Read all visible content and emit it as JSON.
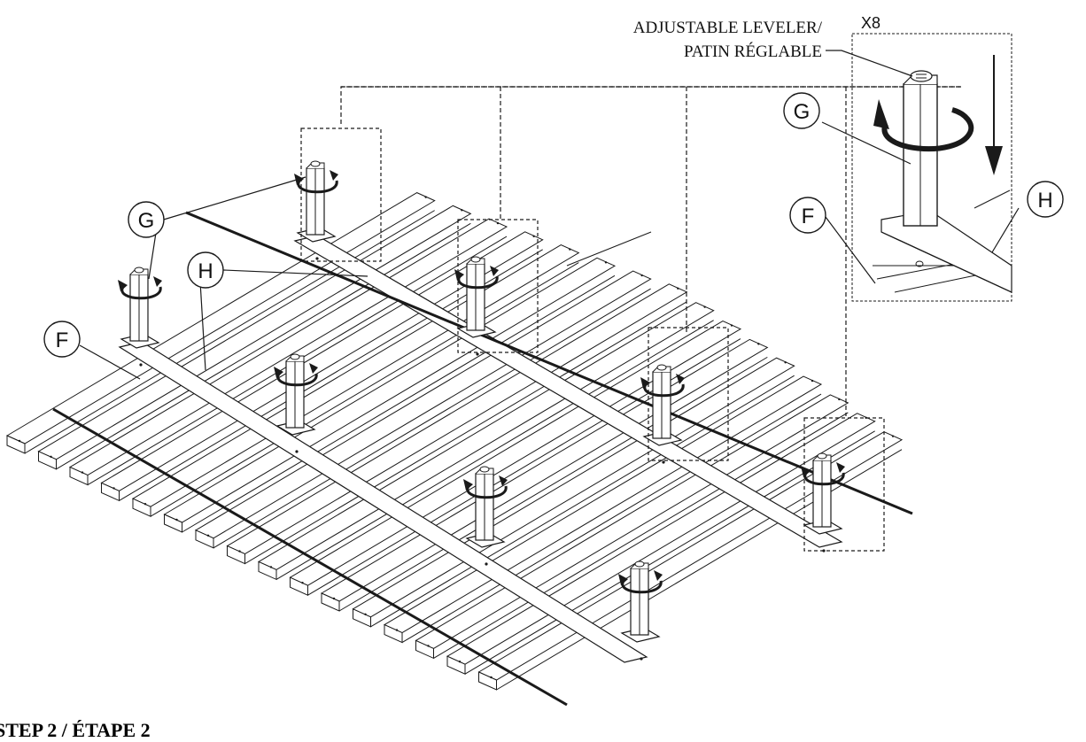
{
  "step_title": "STEP 2 / ÉTAPE 2",
  "leveler_label_line1": "ADJUSTABLE LEVELER/",
  "leveler_label_line2": "PATIN RÉGLABLE",
  "quantity": "X8",
  "callouts": {
    "g": "G",
    "h": "H",
    "f": "F"
  },
  "colors": {
    "line": "#1a1a1a",
    "background": "#ffffff"
  },
  "icons": [
    "rotation-arrow-icon",
    "down-arrow-icon",
    "leveler-post-icon"
  ]
}
